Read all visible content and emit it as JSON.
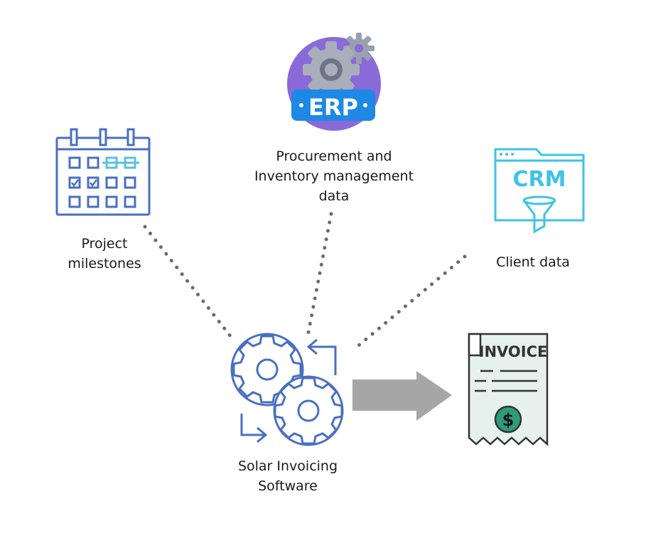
{
  "nodes": {
    "erp": {
      "icon_text": "ERP",
      "label_lines": [
        "Procurement and",
        "Inventory management",
        "data"
      ]
    },
    "calendar": {
      "label_lines": [
        "Project",
        "milestones"
      ]
    },
    "crm": {
      "icon_text": "CRM",
      "label_lines": [
        "Client data"
      ]
    },
    "software": {
      "label_lines": [
        "Solar Invoicing",
        "Software"
      ]
    },
    "invoice": {
      "icon_text": "INVOICE",
      "symbol": "$"
    }
  },
  "colors": {
    "outline_blue": "#4a6fc1",
    "calendar_accent": "#5bc0de",
    "crm_cyan": "#3ec3e6",
    "erp_purple": "#8a6ad8",
    "erp_badge": "#1e88e5",
    "gear_gray": "#9aa0ad",
    "dotted_gray": "#6b6b6b",
    "arrow_gray": "#a6a6a6",
    "invoice_fill": "#e6f1ee",
    "dollar_green": "#2e9c7a"
  },
  "icons": [
    "erp-icon",
    "calendar-icon",
    "crm-icon",
    "gears-icon",
    "invoice-icon",
    "flow-arrow"
  ]
}
